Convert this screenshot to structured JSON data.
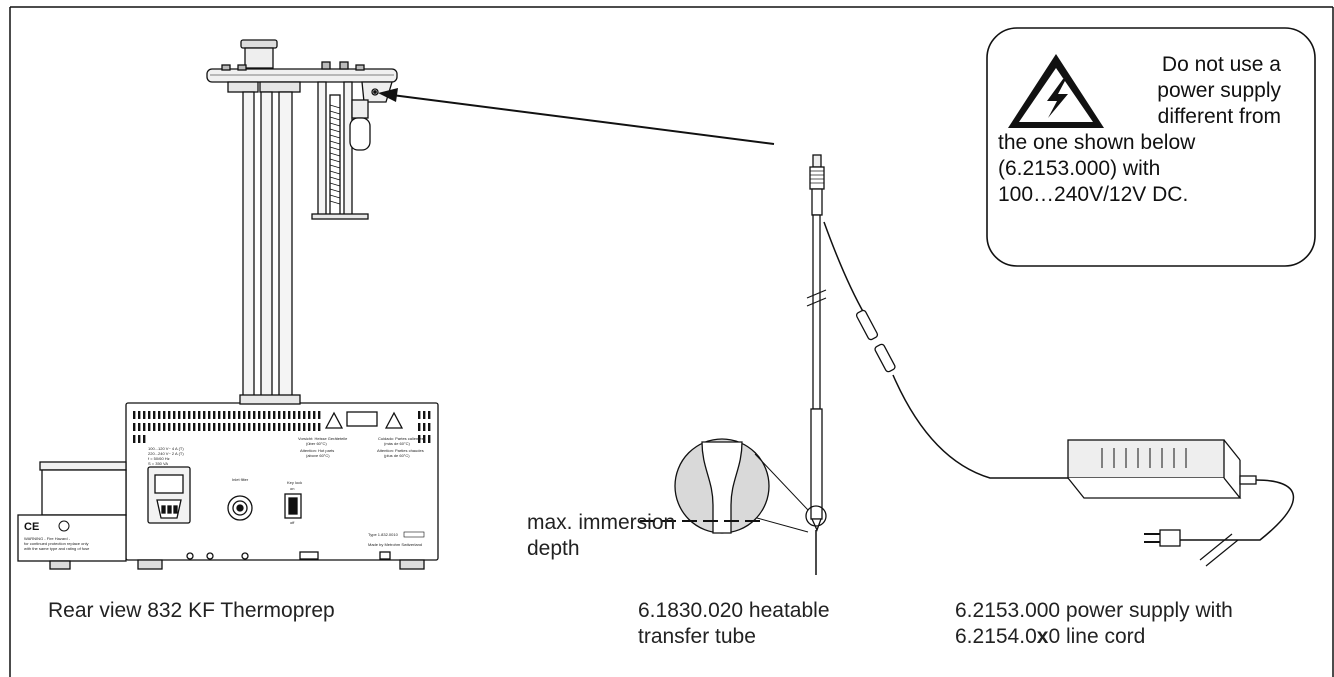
{
  "warning": {
    "icon": "high-voltage-warning-icon",
    "lines_wrapped": [
      "Do not use a",
      "power supply",
      "different from"
    ],
    "lines_full": [
      "the one shown below",
      "(6.2153.000) with",
      "100…240V/12V DC."
    ]
  },
  "captions": {
    "rear_view": "Rear view 832 KF Thermoprep",
    "transfer_tube": [
      "6.1830.020 heatable",
      "transfer tube"
    ],
    "power_supply": [
      "6.2153.000 power supply with",
      "6.2154.0",
      "x",
      "0 line cord"
    ]
  },
  "immersion_label": [
    "max. immersion",
    "depth"
  ],
  "device_labels": {
    "left_warning": [
      "Vorsicht: Heisse Geräteteile",
      "(über 60°C)",
      "Attention: Hot parts",
      "(above 60°C)"
    ],
    "right_warning": [
      "Cuidado: Partes calientes",
      "(más de 60°C)",
      "Attention: Parties chaudes",
      "(plus de 60°C)"
    ],
    "voltage": [
      "100...120 V~ 4 A (T)",
      "220...240 V~ 2 A (T)",
      "f = 50/60 Hz",
      "S = 350 VA"
    ],
    "inlet_label": "Inlet filter",
    "key_lock_label": [
      "Key lock",
      "on",
      "off"
    ],
    "ce_mark": "CE",
    "warning_note": [
      "WARNING - Fire Hazard -",
      "for continued protection replace only",
      "with the same type and rating of fuse"
    ],
    "type_plate": [
      "Type 1.832.0010",
      "Made by Metrohm Switzerland"
    ]
  }
}
